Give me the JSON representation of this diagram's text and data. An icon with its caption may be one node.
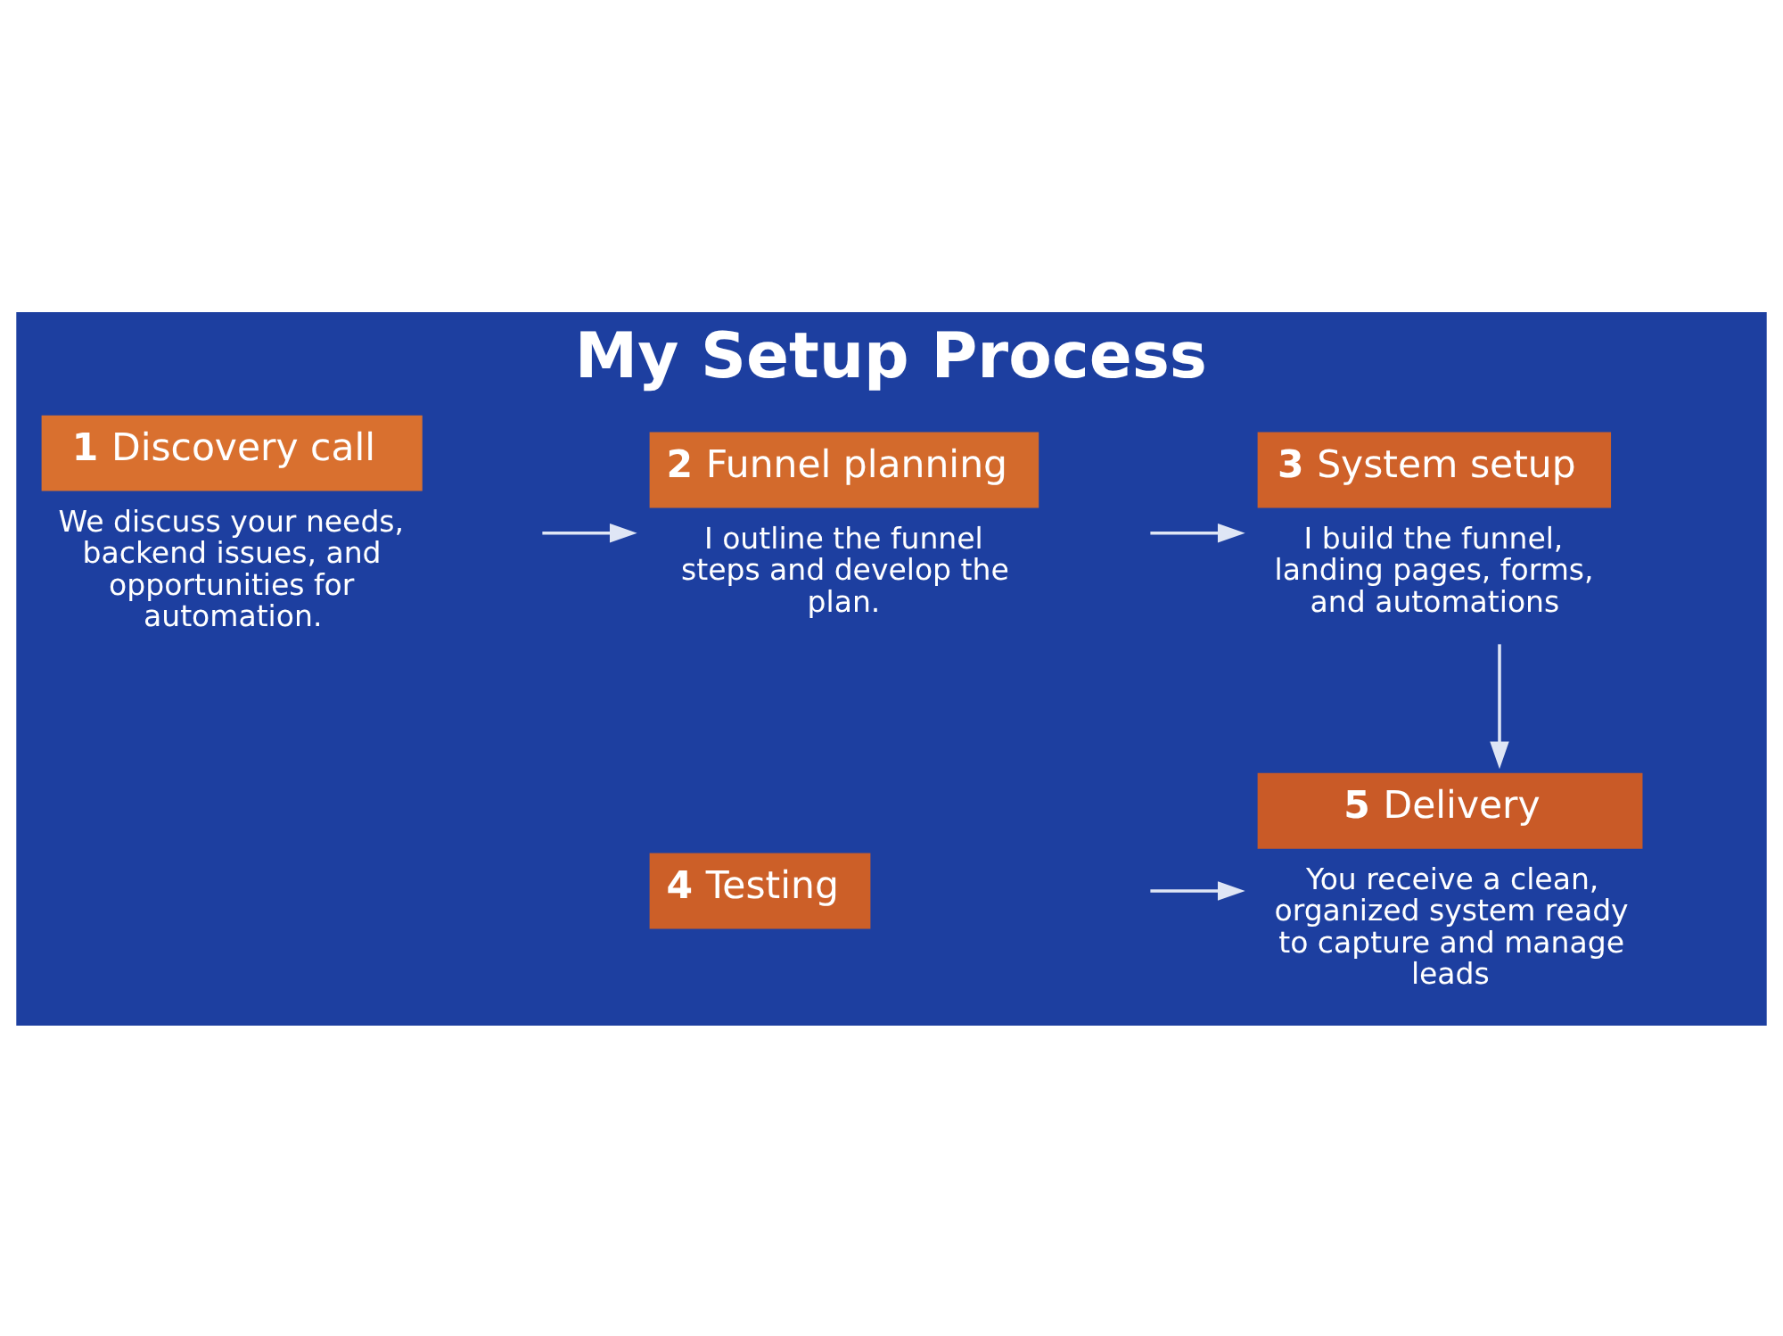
{
  "diagram": {
    "title": "My Setup Process",
    "nodes": [
      {
        "text": [
          "1",
          "Discovery call",
          "We discuss your needs, backend issues, and opportunities for automation."
        ]
      },
      {
        "text": [
          "2",
          "Funnel planning",
          "I outline the funnel steps and develop the plan."
        ]
      },
      {
        "text": [
          "3",
          "System setup",
          "I build the funnel, landing pages, forms, and automations"
        ]
      },
      {
        "text": [
          "4",
          "Testing"
        ]
      },
      {
        "text": [
          "5",
          "Delivery",
          "You receive a clean, organized system ready to capture and manage leads"
        ]
      }
    ],
    "edges": [
      {
        "from": 0,
        "to": 1,
        "arrow": "to"
      },
      {
        "from": 1,
        "to": 2,
        "arrow": "to"
      },
      {
        "from": 2,
        "to": 4,
        "arrow": "to"
      },
      {
        "from": 3,
        "to": 4,
        "arrow": "to"
      }
    ]
  }
}
